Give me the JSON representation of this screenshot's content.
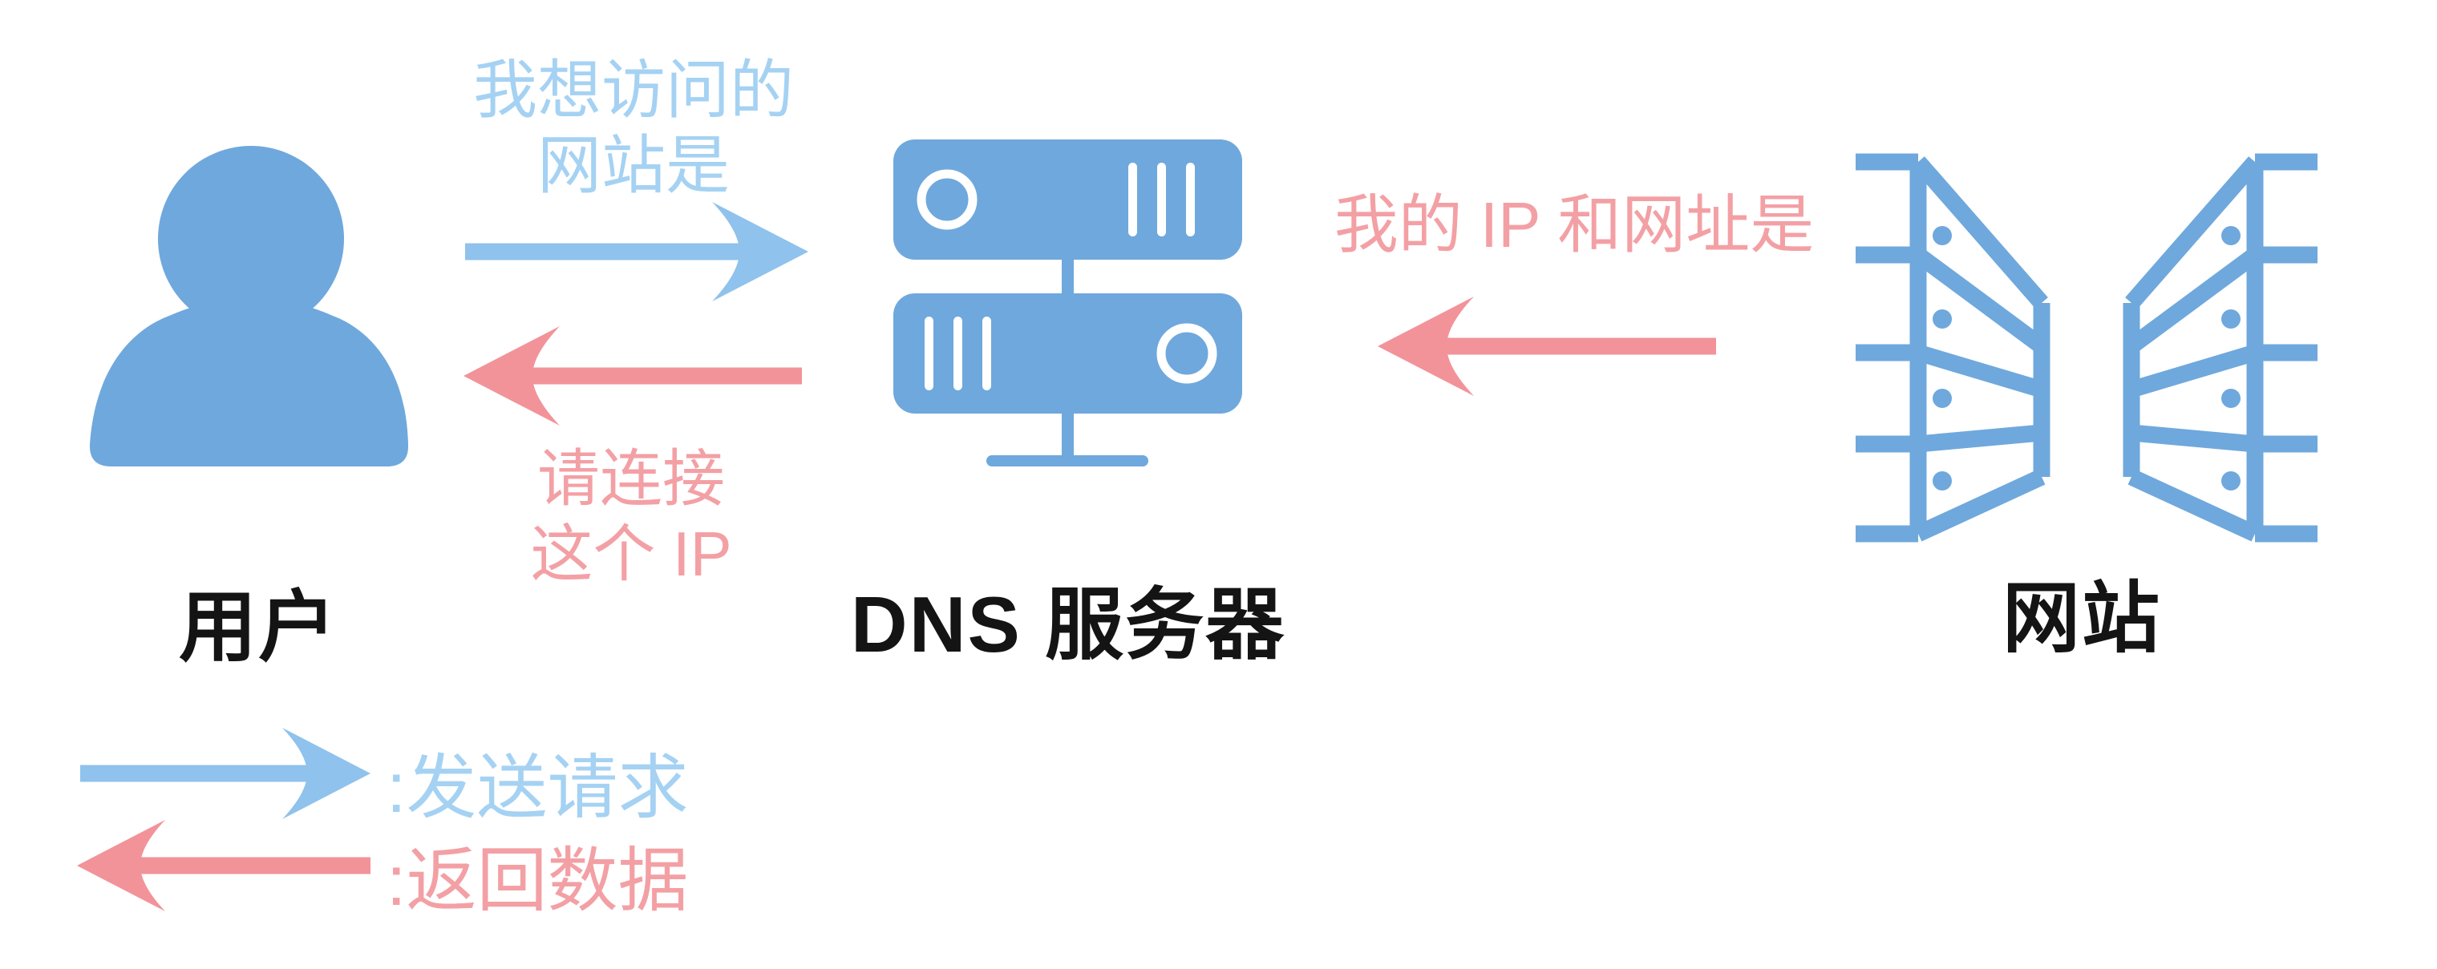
{
  "diagram": {
    "type": "flow-diagram",
    "topic": "DNS lookup process",
    "nodes": {
      "user": {
        "label": "用户",
        "icon": "person-icon"
      },
      "dns": {
        "label": "DNS 服务器",
        "icon": "server-stack-icon"
      },
      "website": {
        "label": "网站",
        "icon": "server-racks-icon"
      }
    },
    "messages": {
      "request": {
        "line1": "我想访问的",
        "line2": "网站是",
        "from": "user",
        "to": "dns",
        "kind": "send"
      },
      "connect": {
        "line1": "请连接",
        "line2": "这个 IP",
        "from": "dns",
        "to": "user",
        "kind": "return"
      },
      "site_info": {
        "line1": "我的 IP 和网址是",
        "from": "website",
        "to": "dns",
        "kind": "return"
      }
    },
    "legend": {
      "send_label": ":发送请求",
      "return_label": ":返回数据"
    },
    "colors": {
      "icon_blue": "#6FA8DC",
      "arrow_blue": "#8FC2EC",
      "text_blue": "#A5D2F3",
      "arrow_pink": "#F2939A",
      "text_pink": "#F3A0A5",
      "label_black": "#141414"
    }
  }
}
